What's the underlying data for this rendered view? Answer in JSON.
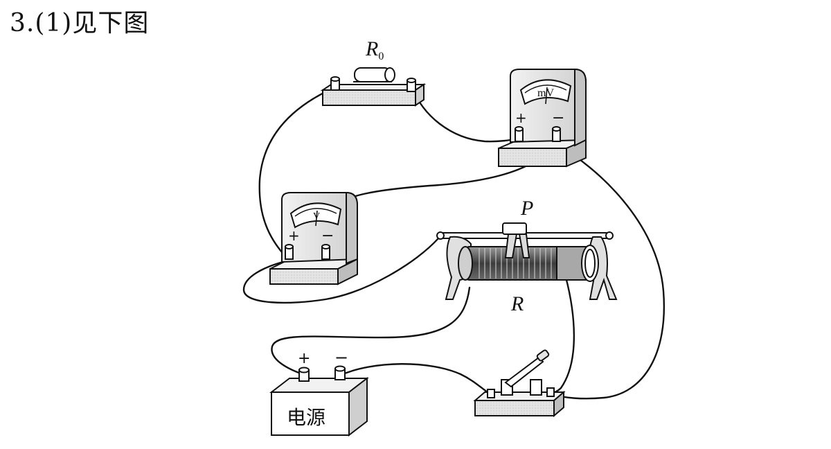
{
  "heading": "3.(1)见下图",
  "labels": {
    "resistor_r0_main": "R",
    "resistor_r0_sub": "0",
    "slider_p": "P",
    "rheostat_r": "R",
    "battery": "电源"
  },
  "millivoltmeter": {
    "unit": "mV",
    "plus": "+",
    "minus": "−"
  },
  "voltmeter": {
    "unit": "V",
    "plus": "+",
    "minus": "−"
  },
  "battery_terminals": {
    "plus": "+",
    "minus": "−"
  }
}
